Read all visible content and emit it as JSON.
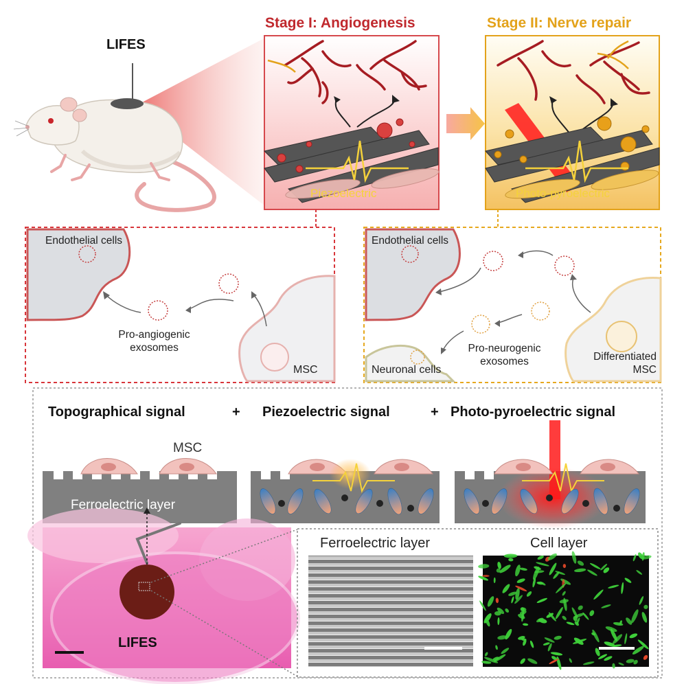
{
  "mouse": {
    "device_label": "LIFES"
  },
  "stage1": {
    "title": "Stage I: Angiogenesis",
    "signal_label": "Piezoelectric",
    "color": "#c0282d"
  },
  "stage2": {
    "title": "Stage II: Nerve repair",
    "signal_label": "Photo-pyroelectric",
    "color": "#e3a21a"
  },
  "mech1": {
    "endothelial": "Endothelial cells",
    "exosomes": "Pro-angiogenic exosomes",
    "msc": "MSC"
  },
  "mech2": {
    "endothelial": "Endothelial cells",
    "neuronal": "Neuronal cells",
    "exosomes": "Pro-neurogenic exosomes",
    "msc": "Differentiated MSC"
  },
  "signals": {
    "topographical": "Topographical signal",
    "plus1": "+",
    "piezoelectric": "Piezoelectric signal",
    "plus2": "+",
    "photo": "Photo-pyroelectric signal"
  },
  "layer_diagram": {
    "msc_label": "MSC",
    "layer_label": "Ferroelectric layer"
  },
  "photo": {
    "lifes_label": "LIFES"
  },
  "micrographs": {
    "left_title": "Ferroelectric layer",
    "right_title": "Cell layer"
  }
}
